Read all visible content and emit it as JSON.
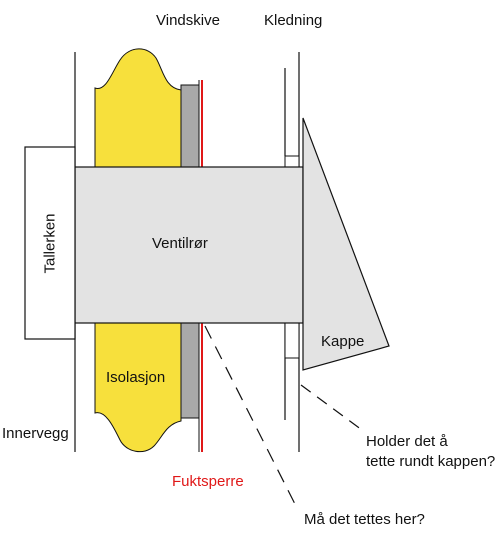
{
  "labels": {
    "vindskive": "Vindskive",
    "kledning": "Kledning",
    "tallerken": "Tallerken",
    "ventilror": "Ventilrør",
    "kappe": "Kappe",
    "isolasjon": "Isolasjon",
    "innervegg": "Innervegg",
    "fuktsperre": "Fuktsperre",
    "question_kappe": "Holder det å\ntette rundt kappen?",
    "question_here": "Må det tettes her?"
  },
  "colors": {
    "insulation": "#f7e03c",
    "pipe": "#e3e3e3",
    "windboard": "#a9a9a9",
    "vapor_barrier": "#e01818",
    "stroke": "#111111",
    "background": "#ffffff"
  }
}
